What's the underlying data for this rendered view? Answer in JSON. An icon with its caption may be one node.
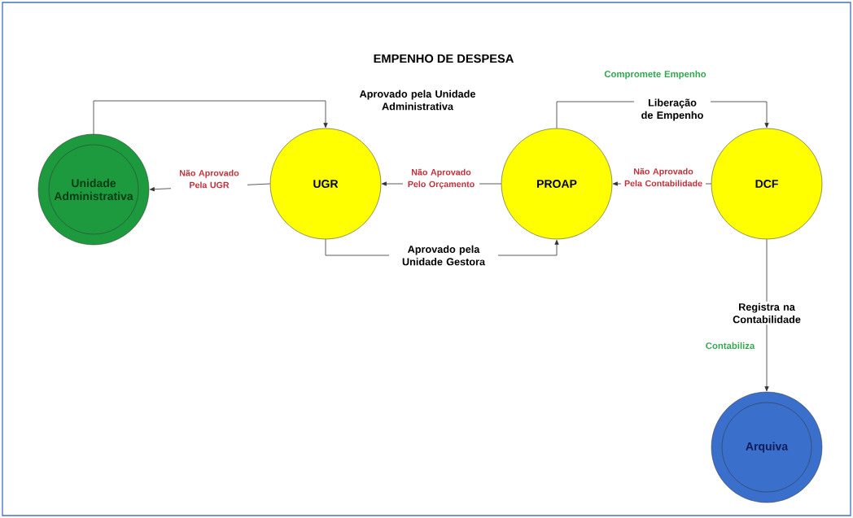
{
  "diagram": {
    "title": "EMPENHO DE DESPESA",
    "nodes": [
      {
        "text": [
          "Unidade Administrativa"
        ]
      },
      {
        "text": [
          "UGR"
        ]
      },
      {
        "text": [
          "PROAP"
        ]
      },
      {
        "text": [
          "DCF"
        ]
      },
      {
        "text": [
          "Arquiva"
        ]
      }
    ],
    "edges": [
      {
        "from": 0,
        "to": 1,
        "arrow": "to",
        "label": "Aprovado pela Unidade Administrativa"
      },
      {
        "from": 1,
        "to": 0,
        "arrow": "to",
        "label": "Não Aprovado Pela UGR"
      },
      {
        "from": 2,
        "to": 1,
        "arrow": "to",
        "label": "Não Aprovado Pelo Orçamento"
      },
      {
        "from": 1,
        "to": 2,
        "arrow": "to",
        "label": "Aprovado pela Unidade Gestora"
      },
      {
        "from": 2,
        "to": 3,
        "arrow": "to",
        "label": "Liberação de Empenho"
      },
      {
        "from": 3,
        "to": 2,
        "arrow": "to",
        "label": "Não Aprovado Pela Contabilidade"
      },
      {
        "from": 3,
        "to": 4,
        "arrow": "to",
        "label": "Registra na Contabilidade"
      }
    ],
    "labels": [
      "Compromete Empenho",
      "Contabiliza"
    ]
  }
}
